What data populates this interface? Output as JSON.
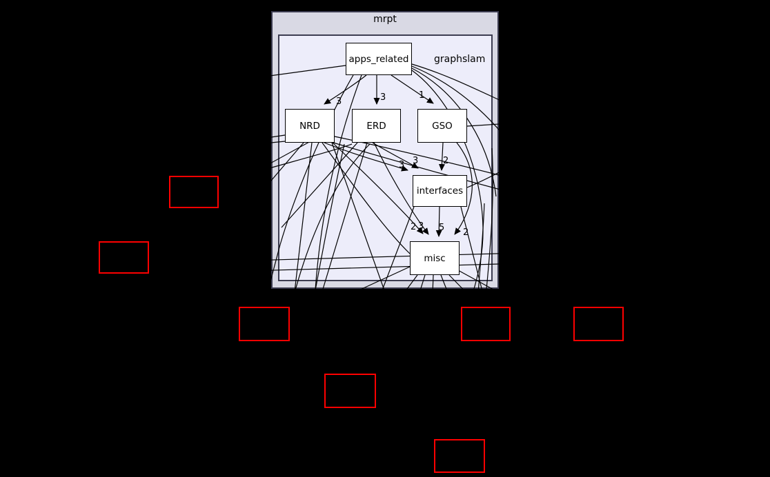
{
  "diagram": {
    "type": "doxygen-directory-dependency-graph",
    "background_color": "#000000",
    "outer_cluster_fill": "#d9d9e4",
    "inner_cluster_fill": "#ededfa",
    "cluster_border_color": "#3c3c50",
    "node_fill": "#ffffff",
    "node_border_color": "#000000",
    "external_node_border_color": "#ff0000",
    "edge_color": "#000000"
  },
  "clusters": {
    "outer_label": "mrpt",
    "inner_label": "graphslam"
  },
  "nodes": {
    "apps_related": {
      "label": "apps_related"
    },
    "nrd": {
      "label": "NRD"
    },
    "erd": {
      "label": "ERD"
    },
    "gso": {
      "label": "GSO"
    },
    "interfaces": {
      "label": "interfaces"
    },
    "misc": {
      "label": "misc"
    }
  },
  "external_nodes_count": 7,
  "edge_labels": [
    {
      "text": "3"
    },
    {
      "text": "3"
    },
    {
      "text": "1"
    },
    {
      "text": "3"
    },
    {
      "text": "3"
    },
    {
      "text": "2"
    },
    {
      "text": "2"
    },
    {
      "text": "3"
    },
    {
      "text": "5"
    },
    {
      "text": "2"
    }
  ]
}
